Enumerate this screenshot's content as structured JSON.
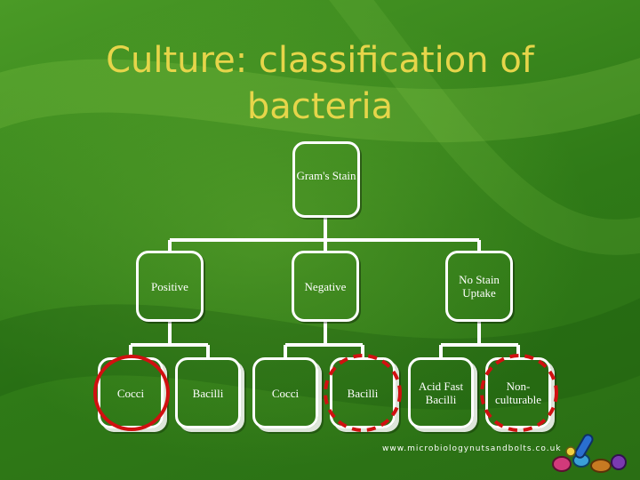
{
  "slide": {
    "title_line1": "Culture: classification of",
    "title_line2": "bacteria",
    "footer_url": "www.microbiologynutsandbolts.co.uk"
  },
  "tree": {
    "root": "Gram's Stain",
    "level2": [
      "Positive",
      "Negative",
      "No Stain Uptake"
    ],
    "leaves": [
      "Cocci",
      "Bacilli",
      "Cocci",
      "Bacilli",
      "Acid Fast Bacilli",
      "Non-culturable"
    ]
  },
  "colors": {
    "title": "#e6d54a",
    "background": "#3a8a1e",
    "node_border": "#ffffff",
    "highlight_solid": "#d01010",
    "highlight_dashed": "#d01010"
  }
}
